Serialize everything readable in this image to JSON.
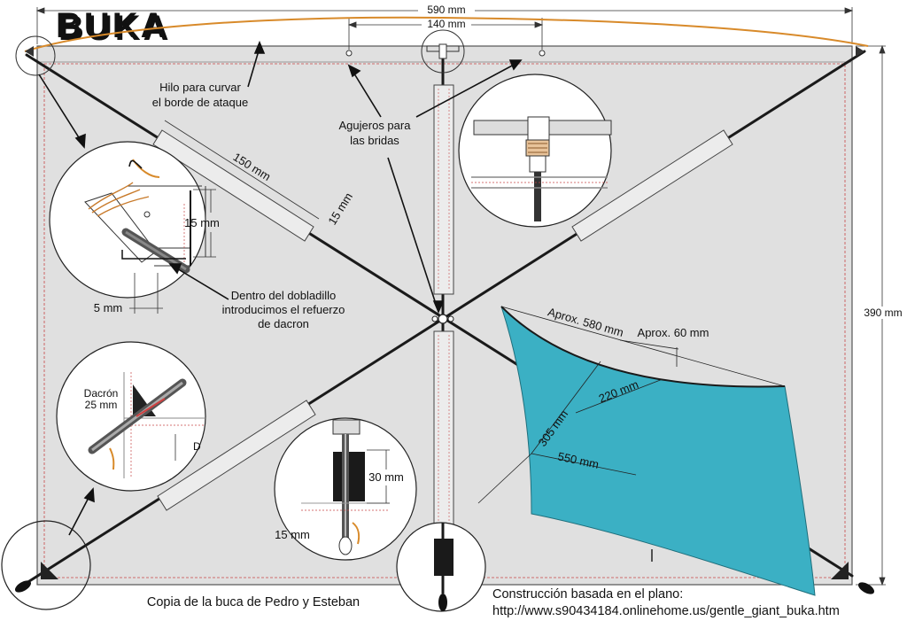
{
  "logo": {
    "text": "BUKA"
  },
  "dimensions": {
    "width": "590 mm",
    "spacing": "140 mm",
    "height": "390 mm",
    "spar_pocket": "150 mm",
    "pocket_width": "15 mm",
    "tip_15": "15 mm",
    "hem_5": "5 mm",
    "dacron_label_1": "Dacrón",
    "dacron_label_2": "25 mm",
    "cut_label": "D",
    "pocket_30": "30 mm",
    "pocket_15": "15 mm"
  },
  "annotations": {
    "thread_line1": "Hilo para curvar",
    "thread_line2": "el borde de ataque",
    "holes_line1": "Agujeros para",
    "holes_line2": "las bridas",
    "hem_line1": "Dentro del dobladillo",
    "hem_line2": "introducimos el refuerzo",
    "hem_line3": "de dacron"
  },
  "sail_shape": {
    "approx_580": "Aprox. 580 mm",
    "approx_60": "Aprox. 60 mm",
    "d220": "220 mm",
    "d305": "305 mm",
    "d550": "550 mm",
    "fill_color": "#3bb0c4"
  },
  "footer": {
    "copy": "Copia de la buca de Pedro y Esteban",
    "based_line1": "Construcción basada en el plano:",
    "based_line2": "http://www.s90434184.onlinehome.us/gentle_giant_buka.htm"
  },
  "colors": {
    "sail": "#e0e0e0",
    "spar": "#1a1a1a",
    "stitch": "#d04040",
    "bridle_line": "#d88a2a"
  }
}
